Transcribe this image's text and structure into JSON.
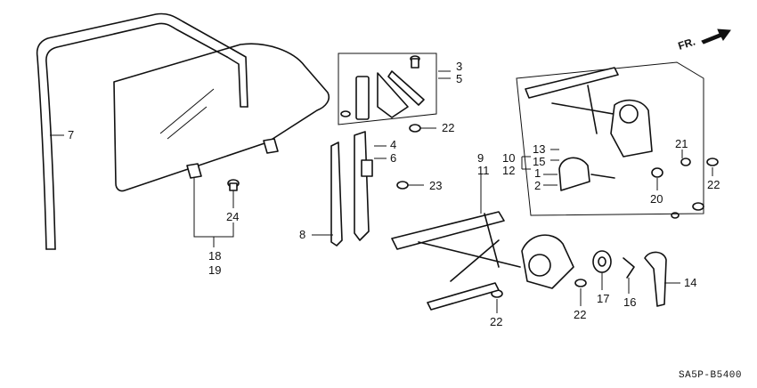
{
  "diagram": {
    "direction_label": "FR.",
    "diagram_code": "SA5P-B5400",
    "part_labels": [
      "1",
      "2",
      "3",
      "4",
      "5",
      "6",
      "7",
      "8",
      "9",
      "10",
      "11",
      "12",
      "13",
      "14",
      "15",
      "16",
      "17",
      "18",
      "19",
      "20",
      "21",
      "22",
      "23",
      "24"
    ]
  }
}
